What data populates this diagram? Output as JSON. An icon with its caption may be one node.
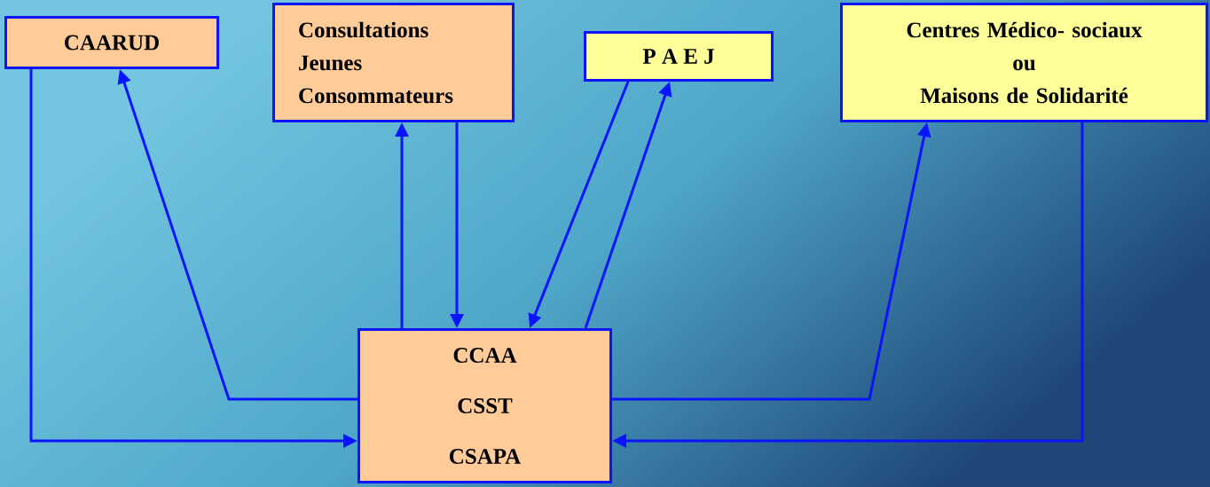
{
  "diagram": {
    "nodes": [
      {
        "text": [
          "CAARUD"
        ]
      },
      {
        "text": [
          "Consultations Jeunes Consommateurs"
        ]
      },
      {
        "text": [
          "P A E J"
        ]
      },
      {
        "text": [
          "Centres Médico- sociaux",
          "ou",
          "Maisons de Solidarité"
        ]
      },
      {
        "text": [
          "CCAA",
          "CSST",
          "CSAPA"
        ]
      }
    ],
    "edges": [
      {
        "from": 4,
        "to": 0,
        "arrow": "to"
      },
      {
        "from": 0,
        "to": 4,
        "arrow": "to"
      },
      {
        "from": 4,
        "to": 1,
        "arrow": "to"
      },
      {
        "from": 1,
        "to": 4,
        "arrow": "to"
      },
      {
        "from": 2,
        "to": 4,
        "arrow": "to"
      },
      {
        "from": 4,
        "to": 2,
        "arrow": "to"
      },
      {
        "from": 4,
        "to": 3,
        "arrow": "to"
      },
      {
        "from": 3,
        "to": 4,
        "arrow": "to"
      }
    ]
  }
}
